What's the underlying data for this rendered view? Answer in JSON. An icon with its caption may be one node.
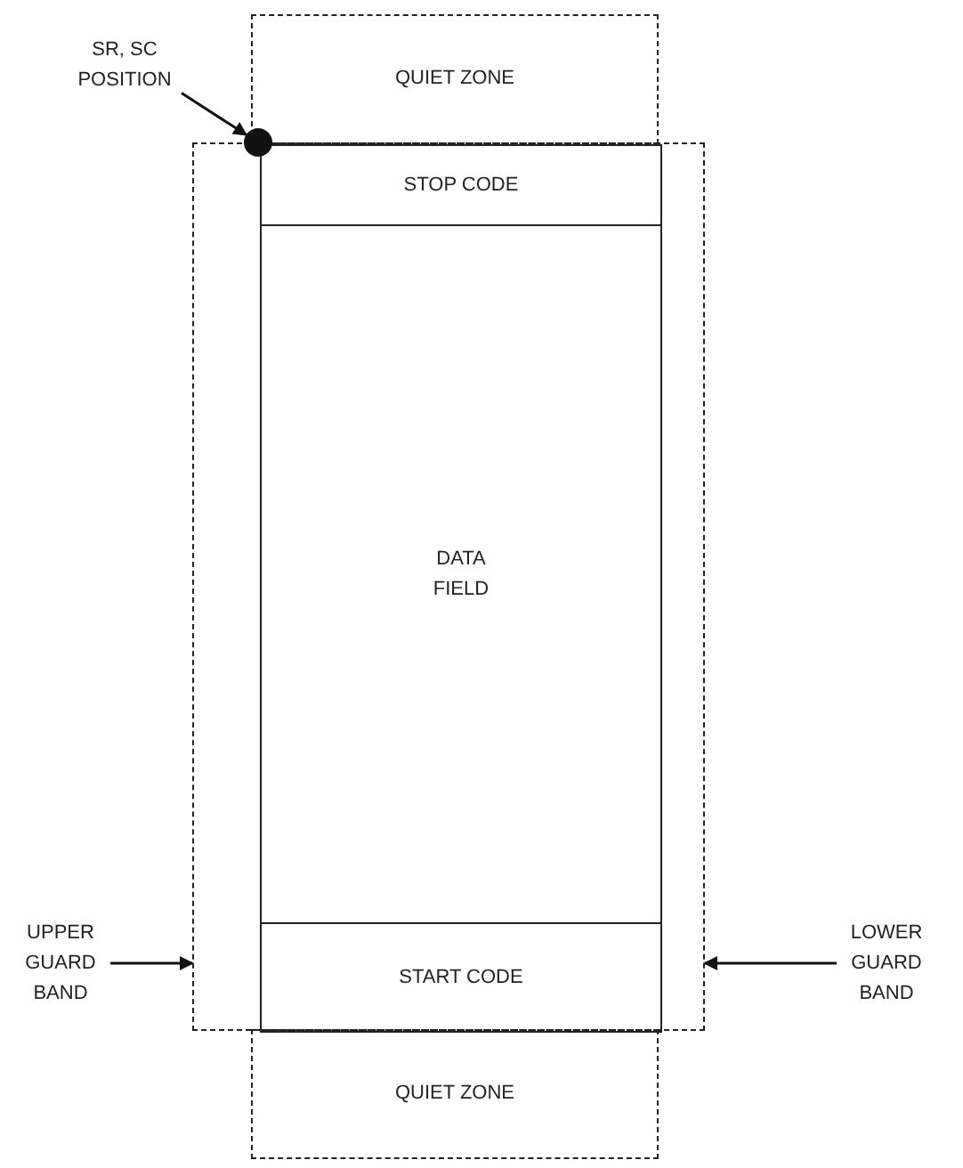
{
  "diagram": {
    "nodes": [
      {
        "text": [
          "QUIET ZONE"
        ]
      },
      {
        "text": [],
        "shape": "box"
      },
      {
        "text": [
          "STOP CODE"
        ],
        "in": 1
      },
      {
        "text": [
          "DATA FIELD"
        ],
        "in": 1
      },
      {
        "text": [
          "START CODE"
        ],
        "in": 1
      },
      {
        "text": [
          "QUIET ZONE"
        ]
      },
      {
        "text": [
          "SR, SC POSITION"
        ]
      },
      {
        "text": [],
        "shape": "circle"
      },
      {
        "text": [
          "UPPER GUARD BAND"
        ]
      },
      {
        "text": [
          "LOWER GUARD BAND"
        ]
      }
    ],
    "edges": [
      {
        "from": 6,
        "to": 7,
        "arrow": "to"
      },
      {
        "from": 8,
        "to": 1,
        "arrow": "to"
      },
      {
        "from": 9,
        "to": 1,
        "arrow": "to"
      }
    ]
  }
}
